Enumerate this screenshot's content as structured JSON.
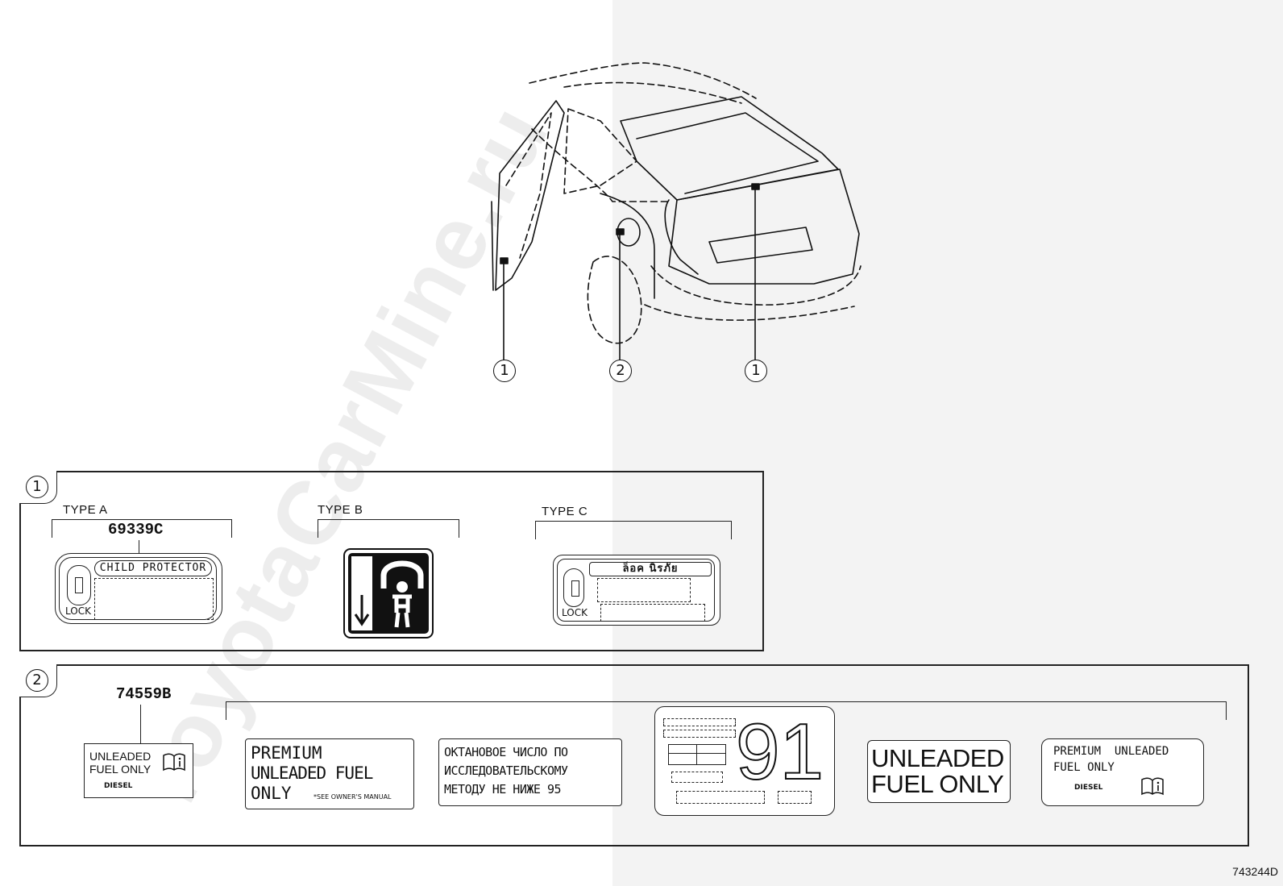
{
  "diagram": {
    "callouts": {
      "one": "1",
      "two": "2"
    },
    "panel1": {
      "type_a": {
        "label": "TYPE A",
        "part_no": "69339C",
        "header": "CHILD PROTECTOR",
        "lock": "LOCK"
      },
      "type_b": {
        "label": "TYPE B"
      },
      "type_c": {
        "label": "TYPE C",
        "header": "ล็อค  นิรภัย",
        "lock": "LOCK"
      }
    },
    "panel2": {
      "part_no": "74559B",
      "label_1": {
        "line1": "UNLEADED",
        "line2": "FUEL ONLY",
        "sub": "DIESEL"
      },
      "label_2": {
        "line1": "PREMIUM",
        "line2": "UNLEADED FUEL",
        "line3": "ONLY",
        "note": "*SEE OWNER'S MANUAL"
      },
      "label_3": {
        "line1": "ОКТАНОВОЕ ЧИСЛО ПО",
        "line2": "ИССЛЕДОВАТЕЛЬСКОМУ",
        "line3": "МЕТОДУ НЕ НИЖЕ 95"
      },
      "label_4": {
        "number": "91"
      },
      "label_5": {
        "line1": "UNLEADED",
        "line2": "FUEL ONLY"
      },
      "label_6": {
        "line1": "PREMIUM  UNLEADED",
        "line2": "FUEL ONLY",
        "sub": "DIESEL"
      }
    },
    "code": "743244D",
    "watermark": "ToyotaCarMine.ru"
  }
}
